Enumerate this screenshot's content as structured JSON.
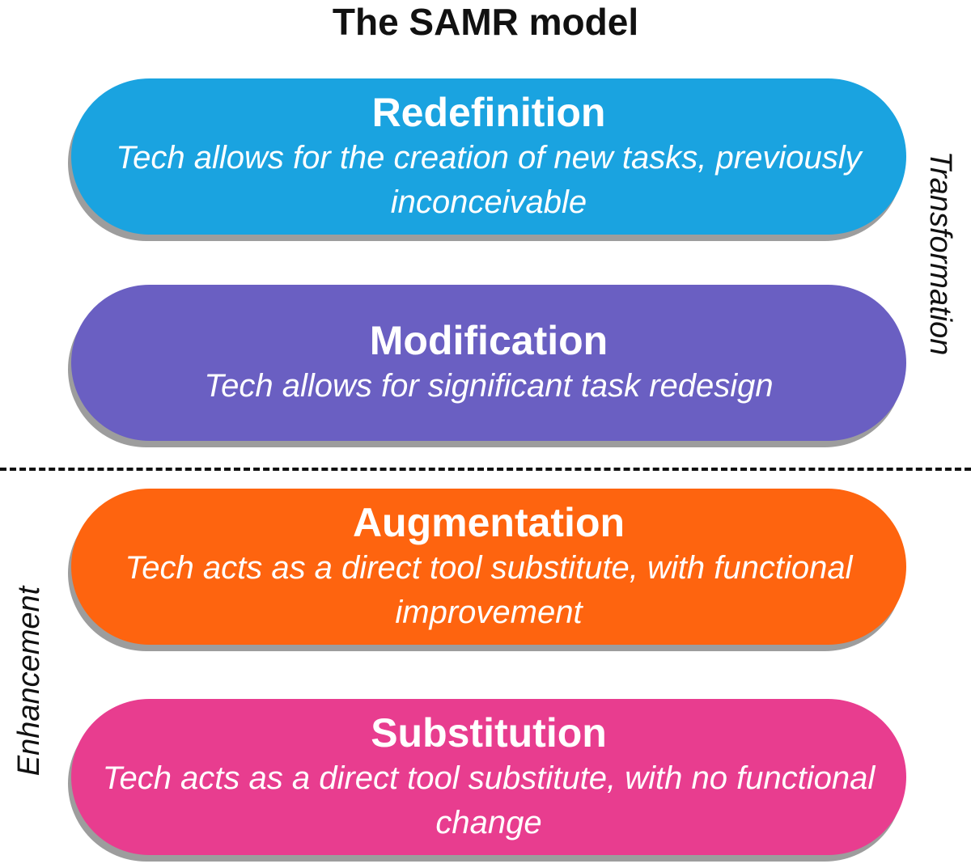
{
  "title": "The SAMR model",
  "stages": [
    {
      "name": "Redefinition",
      "description": "Tech allows for the creation of new tasks, previously inconceivable",
      "color": "#1aa3e0"
    },
    {
      "name": "Modification",
      "description": "Tech allows for significant task redesign",
      "color": "#6a5fc2"
    },
    {
      "name": "Augmentation",
      "description": "Tech acts as a direct tool substitute, with functional improvement",
      "color": "#fe640f"
    },
    {
      "name": "Substitution",
      "description": "Tech acts as a direct tool substitute, with no functional change",
      "color": "#e83d8f"
    }
  ],
  "groups": {
    "upper": "Transformation",
    "lower": "Enhancement"
  }
}
